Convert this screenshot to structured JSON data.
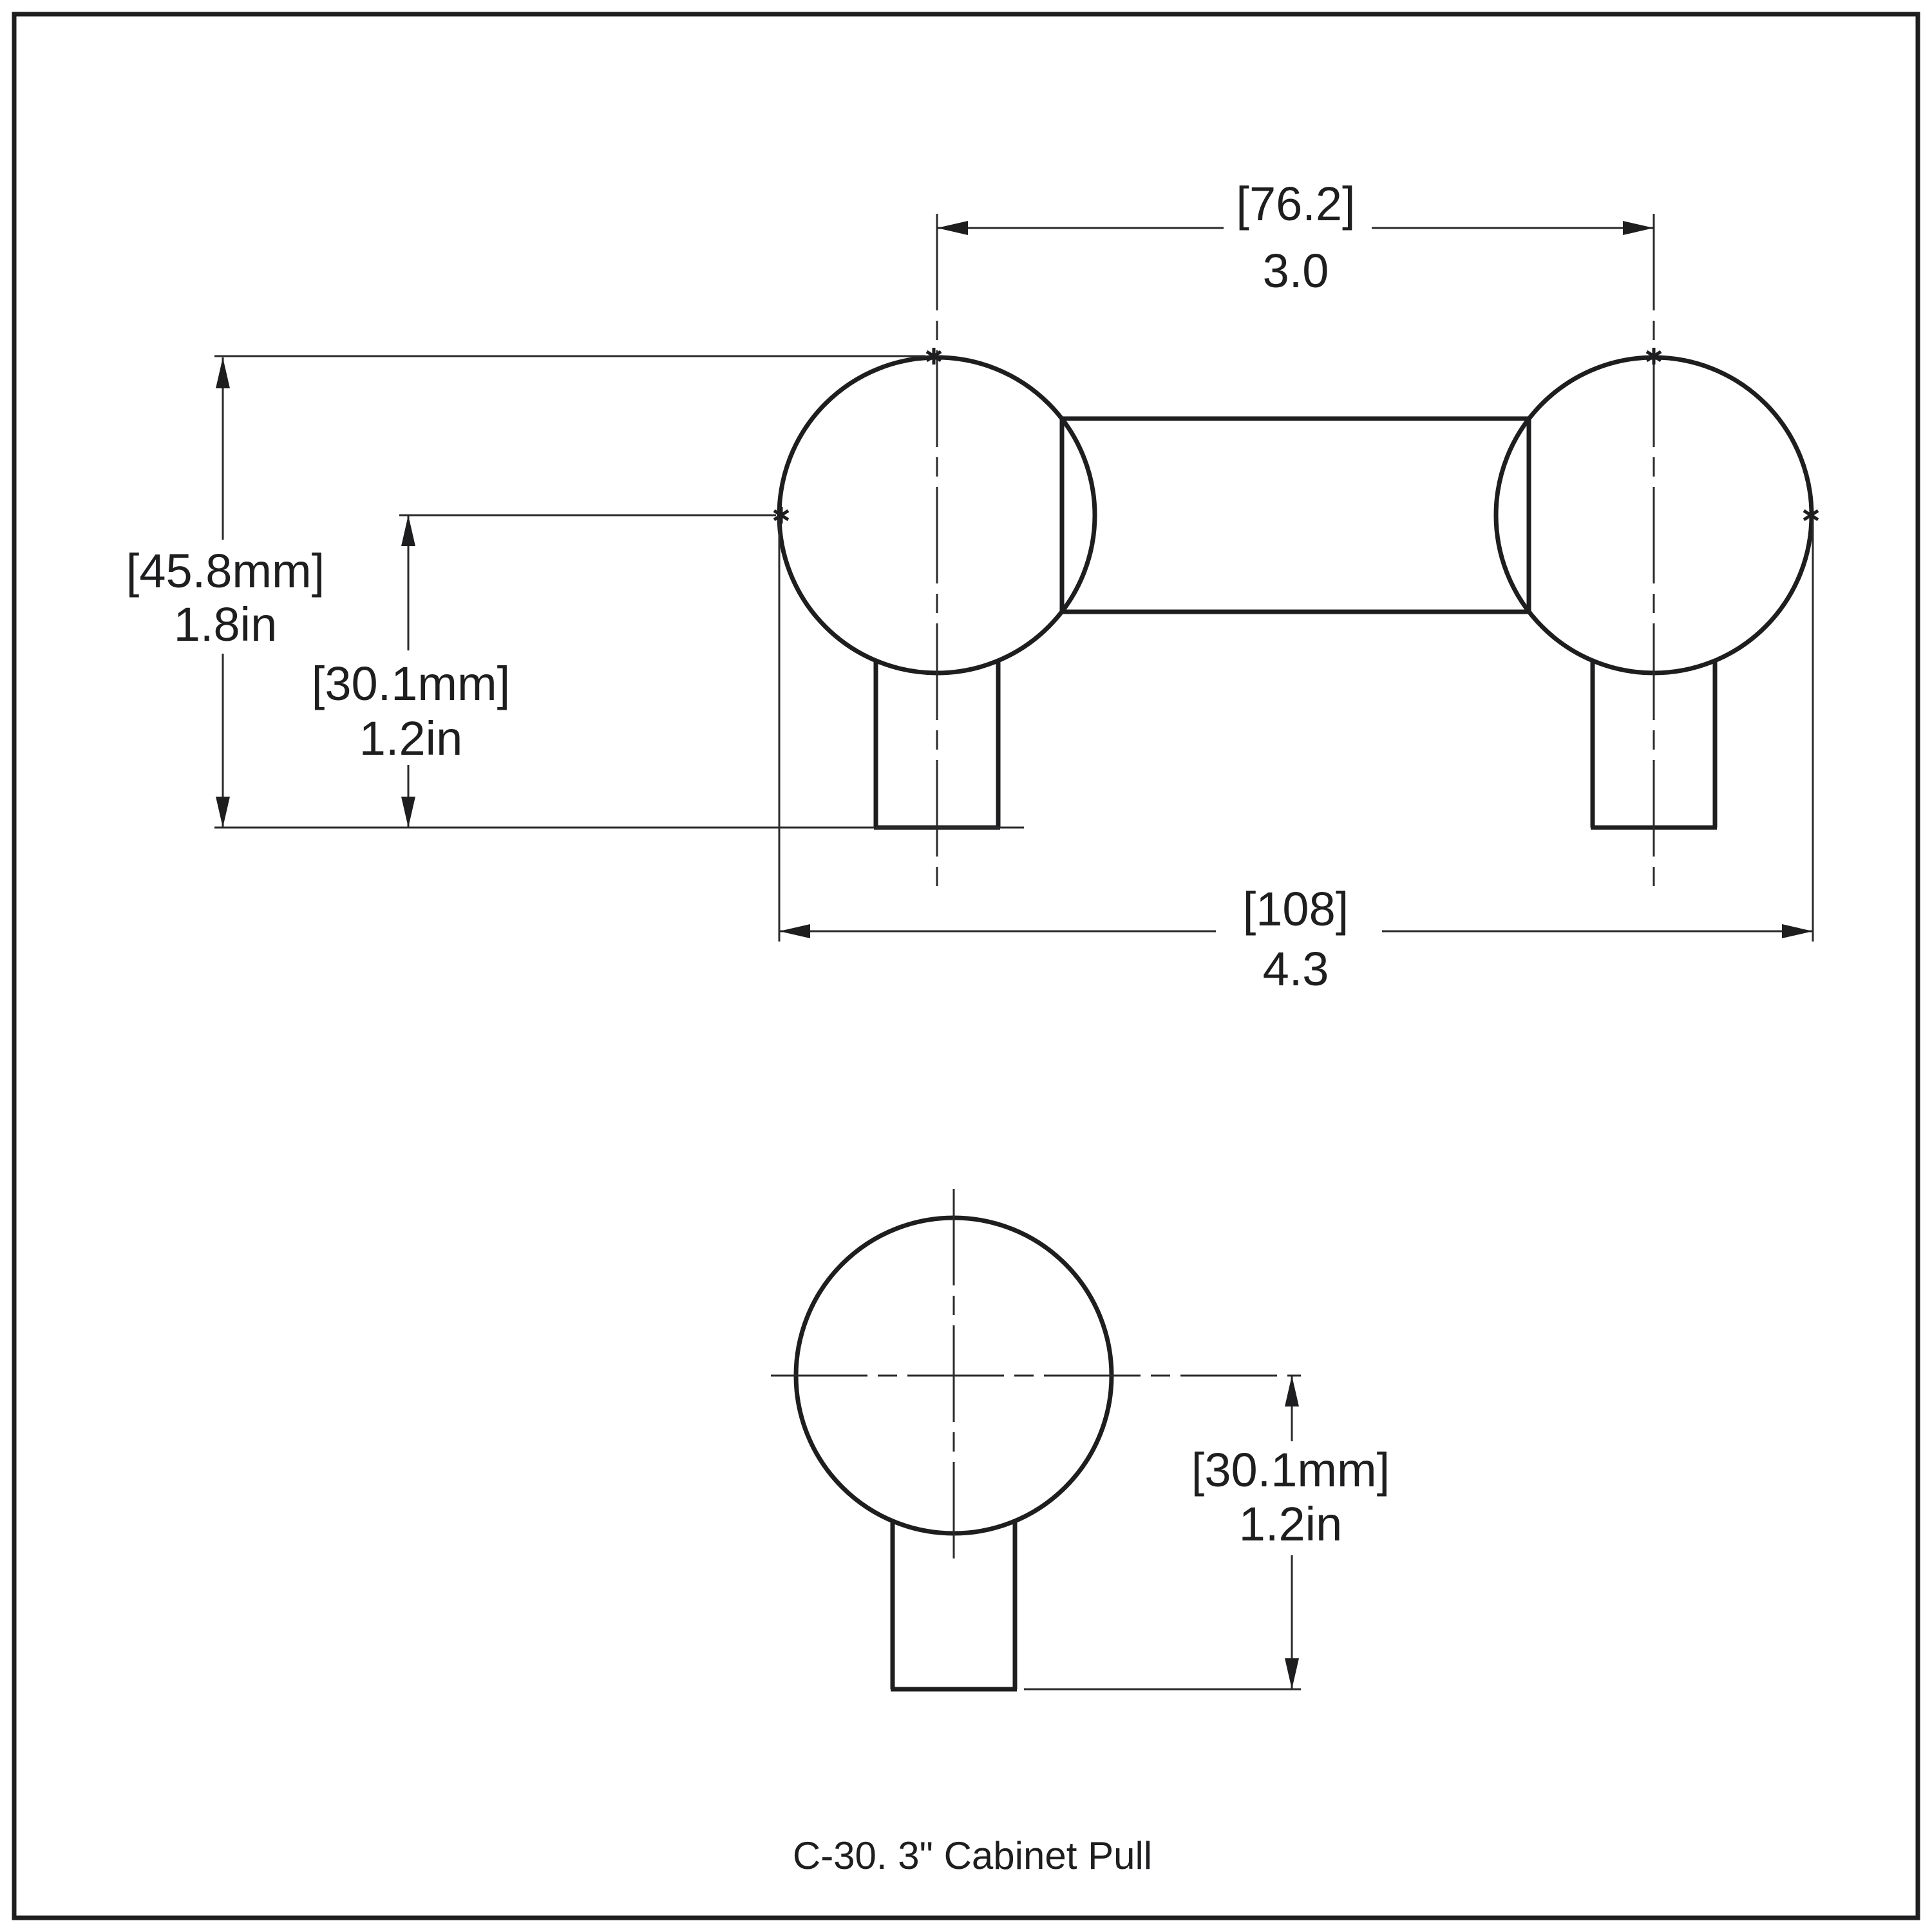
{
  "colors": {
    "background": "#ffffff",
    "line": "#1e1e20"
  },
  "caption": "C-30. 3\" Cabinet Pull",
  "views": {
    "front": {
      "center_to_center": {
        "metric": "[76.2]",
        "imperial": "3.0"
      },
      "overall_length": {
        "metric": "[108]",
        "imperial": "4.3"
      },
      "overall_height": {
        "metric": "[45.8mm]",
        "imperial": "1.8in"
      },
      "post_projection": {
        "metric": "[30.1mm]",
        "imperial": "1.2in"
      }
    },
    "side": {
      "post_projection": {
        "metric": "[30.1mm]",
        "imperial": "1.2in"
      }
    }
  }
}
